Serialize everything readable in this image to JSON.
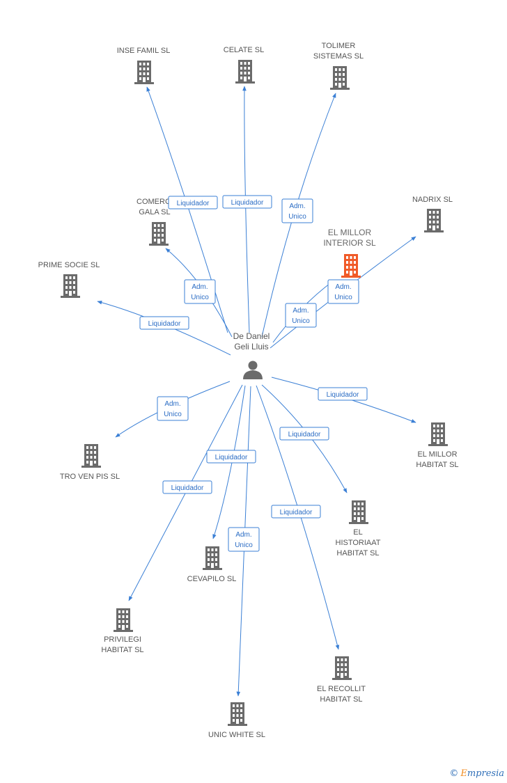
{
  "center": {
    "label_lines": [
      "De Daniel",
      "Geli Lluis"
    ],
    "icon": "person-icon"
  },
  "colors": {
    "edge": "#3a7fd5",
    "building": "#6b6b6b",
    "highlight": "#f05a28"
  },
  "companies": [
    {
      "id": "inse-famil",
      "lines": [
        "INSE FAMIL SL"
      ]
    },
    {
      "id": "celate",
      "lines": [
        "CELATE SL"
      ]
    },
    {
      "id": "tolimer-sistemas",
      "lines": [
        "TOLIMER",
        "SISTEMAS SL"
      ]
    },
    {
      "id": "comerci-gala",
      "lines": [
        "COMERCI",
        "GALA SL"
      ]
    },
    {
      "id": "nadrix",
      "lines": [
        "NADRIX  SL"
      ]
    },
    {
      "id": "el-millor-interior",
      "lines": [
        "EL MILLOR",
        "INTERIOR SL"
      ],
      "highlight": true
    },
    {
      "id": "prime-socie",
      "lines": [
        "PRIME SOCIE SL"
      ]
    },
    {
      "id": "tro-ven-pis",
      "lines": [
        "TRO VEN PIS SL"
      ]
    },
    {
      "id": "el-millor-habitat",
      "lines": [
        "EL MILLOR",
        "HABITAT SL"
      ]
    },
    {
      "id": "el-historiaat-habitat",
      "lines": [
        "EL",
        "HISTORIAAT",
        "HABITAT SL"
      ]
    },
    {
      "id": "cevapilo",
      "lines": [
        "CEVAPILO SL"
      ]
    },
    {
      "id": "privilegi-habitat",
      "lines": [
        "PRIVILEGI",
        "HABITAT SL"
      ]
    },
    {
      "id": "el-recollit-habitat",
      "lines": [
        "EL RECOLLIT",
        "HABITAT SL"
      ]
    },
    {
      "id": "unic-white",
      "lines": [
        "UNIC WHITE SL"
      ]
    }
  ],
  "relations": [
    {
      "target": "inse-famil",
      "lines": [
        "Liquidador"
      ]
    },
    {
      "target": "celate",
      "lines": [
        "Liquidador"
      ]
    },
    {
      "target": "tolimer-sistemas",
      "lines": [
        "Adm.",
        "Unico"
      ]
    },
    {
      "target": "comerci-gala",
      "lines": [
        "Adm.",
        "Unico"
      ]
    },
    {
      "target": "nadrix",
      "lines": [
        "Adm.",
        "Unico"
      ]
    },
    {
      "target": "el-millor-interior",
      "lines": [
        "Adm.",
        "Unico"
      ]
    },
    {
      "target": "prime-socie",
      "lines": [
        "Liquidador"
      ]
    },
    {
      "target": "tro-ven-pis",
      "lines": [
        "Adm.",
        "Unico"
      ]
    },
    {
      "target": "el-millor-habitat",
      "lines": [
        "Liquidador"
      ]
    },
    {
      "target": "el-historiaat-habitat",
      "lines": [
        "Liquidador"
      ]
    },
    {
      "target": "cevapilo",
      "lines": [
        "Liquidador"
      ]
    },
    {
      "target": "privilegi-habitat",
      "lines": [
        "Liquidador"
      ]
    },
    {
      "target": "el-recollit-habitat",
      "lines": [
        "Liquidador"
      ]
    },
    {
      "target": "unic-white",
      "lines": [
        "Adm.",
        "Unico"
      ]
    }
  ],
  "brand": {
    "copyright": "©",
    "first": "E",
    "rest": "mpresia"
  }
}
